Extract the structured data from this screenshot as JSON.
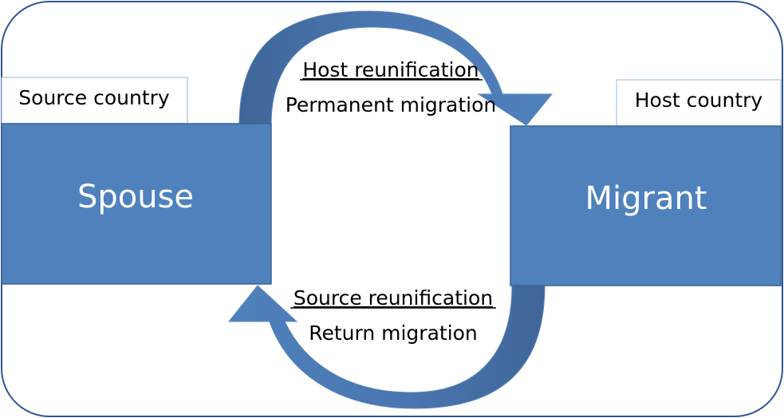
{
  "diagram": {
    "source_country_label": "Source country",
    "host_country_label": "Host country",
    "spouse_label": "Spouse",
    "migrant_label": "Migrant",
    "top_arrow_title": "Host reunification",
    "top_arrow_subtitle": "Permanent migration",
    "bottom_arrow_title": "Source reunification",
    "bottom_arrow_subtitle": "Return migration"
  },
  "colors": {
    "box_fill": "#4f81bd",
    "box_stroke": "#3a6396",
    "arrow_dark": "#3f6697",
    "frame_stroke": "#2f5597",
    "label_border": "#9bb7da",
    "text_dark": "#000000",
    "text_light": "#ffffff"
  }
}
